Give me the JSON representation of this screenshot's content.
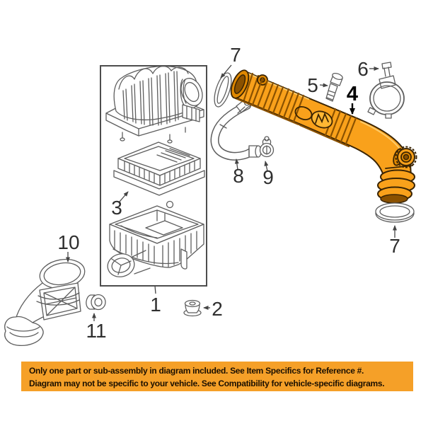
{
  "diagram": {
    "highlight_color": "#F9A11B",
    "line_color": "#5E5E5E",
    "callouts": [
      "7",
      "5",
      "6",
      "4",
      "8",
      "9",
      "3",
      "10",
      "1",
      "2",
      "11",
      "7"
    ]
  },
  "banner": {
    "line1": "Only one part or sub-assembly in diagram included. See Item Specifics for Reference #.",
    "line2": "Diagram may not be specific to your vehicle. See Compatibility for vehicle-specific diagrams.",
    "bg_color": "#F5A028",
    "text_color": "#1c1001"
  }
}
